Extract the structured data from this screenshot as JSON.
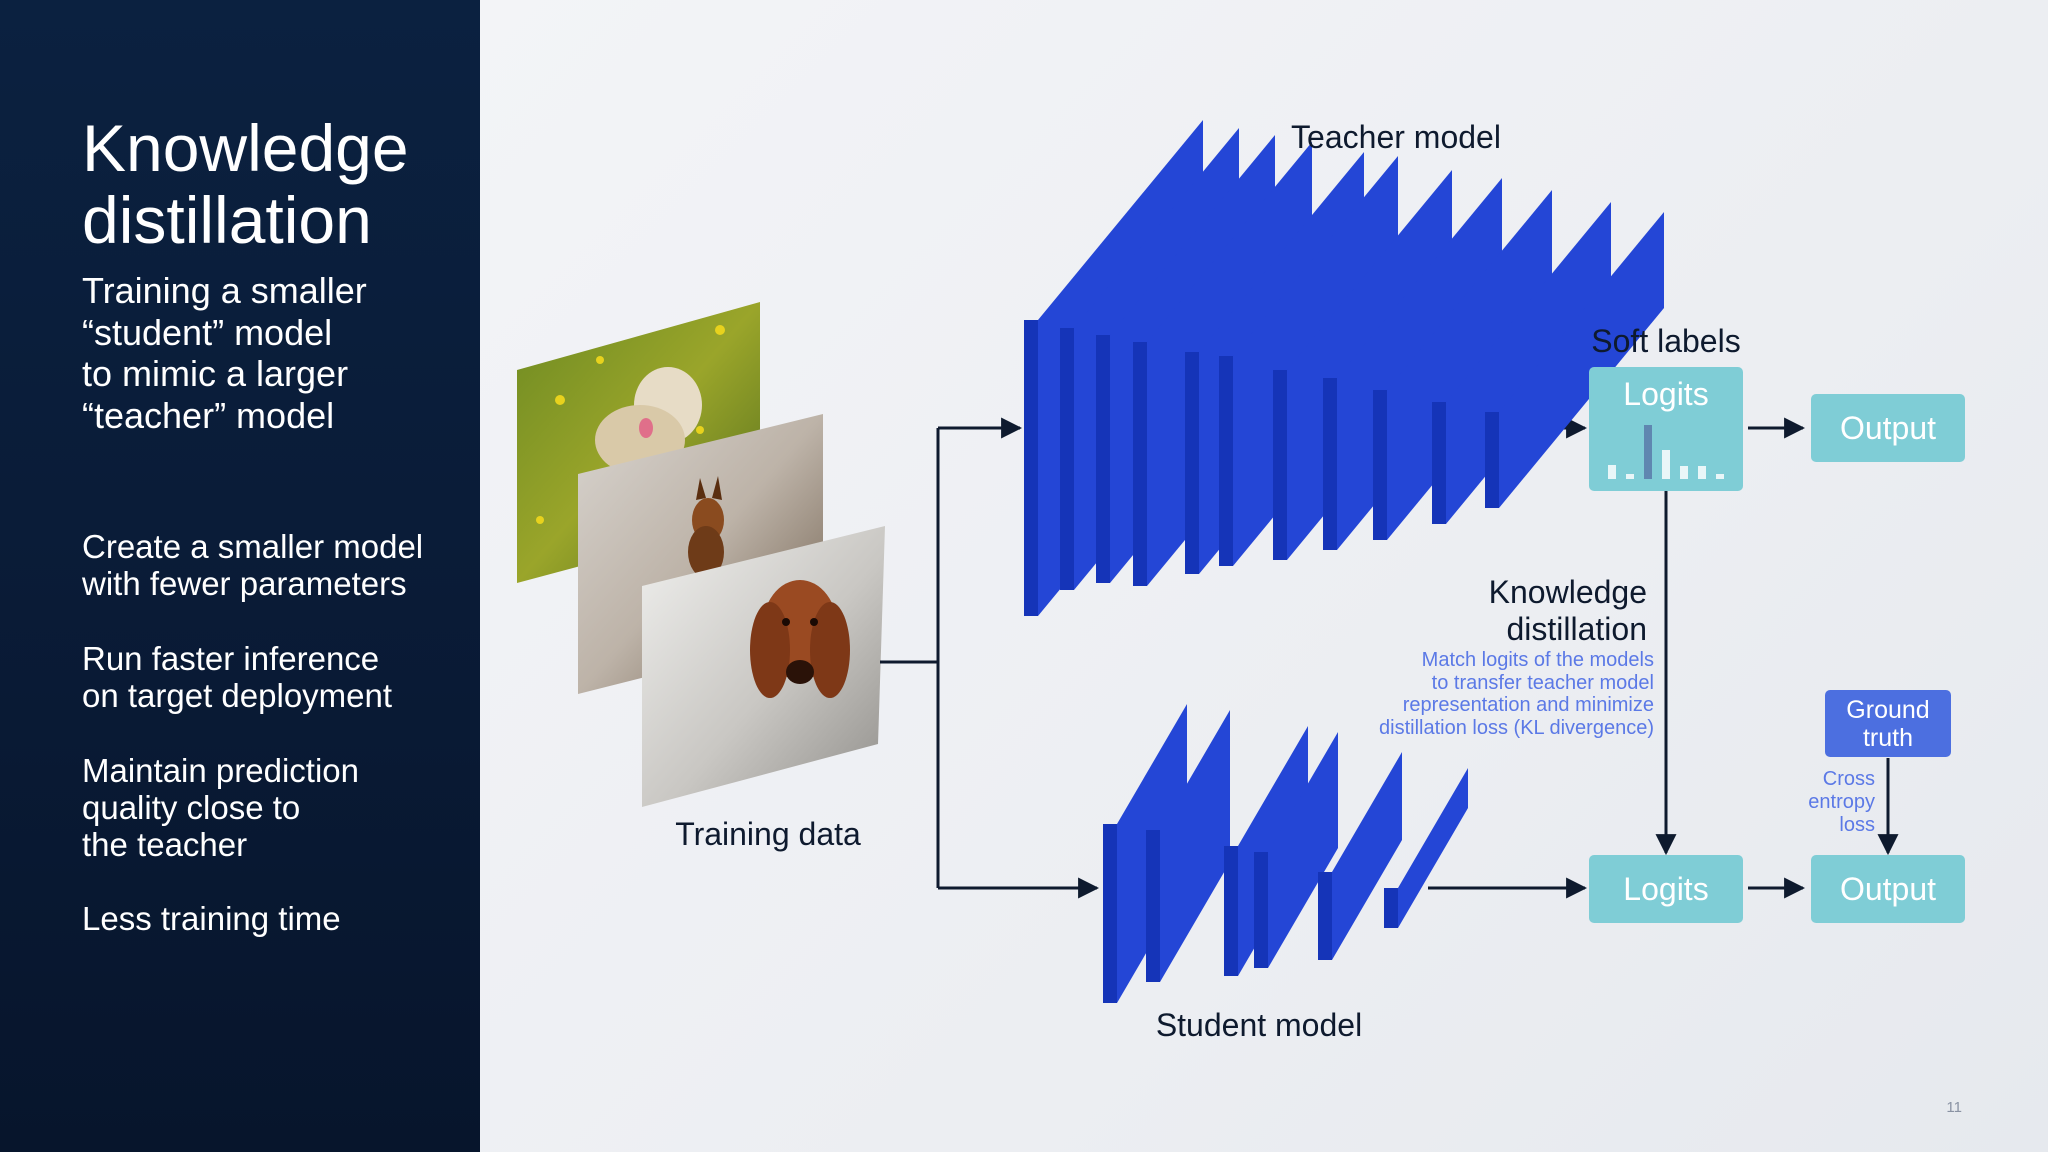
{
  "slide": {
    "title_line1": "Knowledge",
    "title_line2": "distillation",
    "subtitle": [
      "Training a smaller",
      "“student” model",
      "to mimic a larger",
      "“teacher” model"
    ],
    "bullets": [
      [
        "Create a smaller model",
        "with fewer parameters"
      ],
      [
        "Run faster inference",
        "on target deployment"
      ],
      [
        "Maintain prediction",
        "quality close to",
        "the teacher"
      ],
      [
        "Less training time"
      ]
    ],
    "page_number": "11"
  },
  "diagram": {
    "teacher_label": "Teacher model",
    "student_label": "Student model",
    "training_data_label": "Training data",
    "soft_labels_label": "Soft labels",
    "teacher_logits_label": "Logits",
    "teacher_output_label": "Output",
    "student_logits_label": "Logits",
    "student_output_label": "Output",
    "kd_title": [
      "Knowledge",
      "distillation"
    ],
    "kd_desc": [
      "Match logits of the models",
      "to transfer teacher model",
      "representation and minimize",
      "distillation loss (KL divergence)"
    ],
    "ground_truth_label": [
      "Ground",
      "truth"
    ],
    "cross_entropy_label": [
      "Cross",
      "entropy",
      "loss"
    ]
  },
  "colors": {
    "sidebar_bg": "#0a1c38",
    "layer_front": "#2446d6",
    "layer_side": "#1534b8",
    "box_teal": "#7fcdd6",
    "arrow": "#0e1a2e",
    "kd_desc_text": "#5b79e6",
    "ground_truth_box": "#4c6fe0"
  }
}
